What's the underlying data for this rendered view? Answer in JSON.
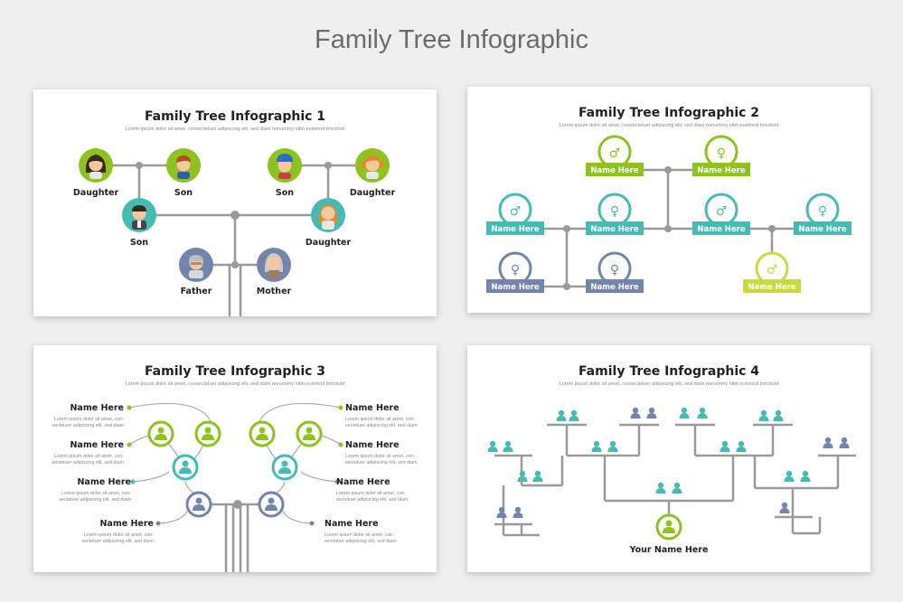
{
  "page": {
    "title": "Family Tree Infographic"
  },
  "slides": [
    {
      "title": "Family Tree Infographic 1",
      "subtitle": "Lorem ipsum dolor sit amet, consectetuer adipiscing elit, sed diam nonummy nibh euismod tincidunt",
      "people": [
        "Daughter",
        "Son",
        "Son",
        "Daughter",
        "Son",
        "Daughter",
        "Father",
        "Mother"
      ]
    },
    {
      "title": "Family Tree Infographic 2",
      "subtitle": "Lorem ipsum dolor sit amet, consectetuer adipiscing elit, sed diam nonummy nibh euismod tincidunt",
      "name_label": "Name Here",
      "male_symbol": "♂",
      "female_symbol": "♀"
    },
    {
      "title": "Family Tree Infographic 3",
      "subtitle": "Lorem ipsum dolor sit amet, consectetuer adipiscing elit, sed diam nonummy nibh euismod tincidunt",
      "name_label": "Name Here",
      "desc_line1": "Lorem ipsum dolor sit amet, con-",
      "desc_line2": "sectetuer adipiscing elit, sed diam"
    },
    {
      "title": "Family Tree Infographic 4",
      "subtitle": "Lorem ipsum dolor sit amet, consectetuer adipiscing elit, sed diam nonummy nibh euismod tincidunt",
      "root_label": "Your Name Here"
    }
  ],
  "colors": {
    "green": "#8dc21f",
    "teal": "#46bbb4",
    "slate": "#7384ad",
    "lime": "#c7dc3c",
    "line": "#9a9a9a"
  },
  "icons": [
    "avatar-icon",
    "male-symbol-icon",
    "female-symbol-icon",
    "person-icon",
    "person-pair-icon"
  ]
}
